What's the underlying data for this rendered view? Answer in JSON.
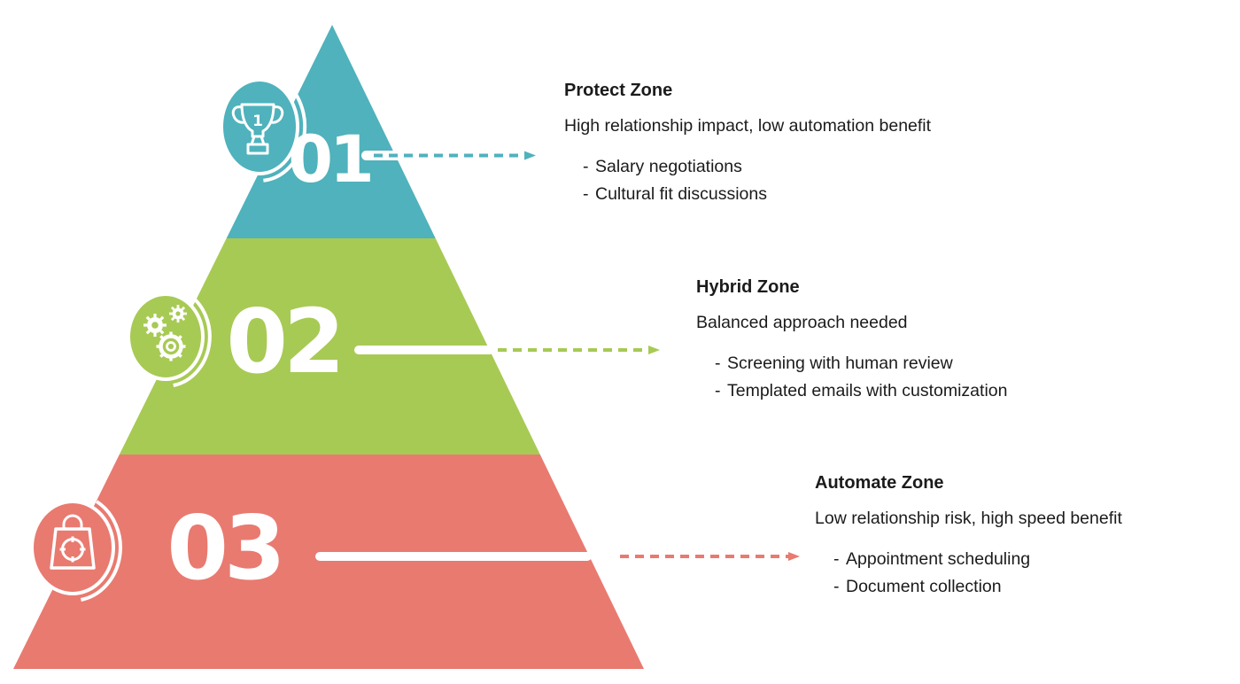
{
  "colors": {
    "teal": "#4FB2BC",
    "green": "#A7CA54",
    "red": "#E97A70",
    "text": "#1B1B1B",
    "white": "#FFFFFF"
  },
  "bullet_marker": "-",
  "pyramid": {
    "levels": [
      {
        "number": "01",
        "zone": "Protect Zone",
        "description": "High relationship impact, low automation benefit",
        "bullets": [
          "Salary negotiations",
          "Cultural fit discussions"
        ],
        "icon": "trophy-icon",
        "icon_label": "1",
        "color": "#4FB2BC"
      },
      {
        "number": "02",
        "zone": "Hybrid Zone",
        "description": "Balanced approach needed",
        "bullets": [
          "Screening with human review",
          "Templated emails with customization"
        ],
        "icon": "gears-icon",
        "color": "#A7CA54"
      },
      {
        "number": "03",
        "zone": "Automate Zone",
        "description": "Low relationship risk, high speed benefit",
        "bullets": [
          "Appointment scheduling",
          "Document collection"
        ],
        "icon": "shopping-bag-icon",
        "color": "#E97A70"
      }
    ]
  }
}
